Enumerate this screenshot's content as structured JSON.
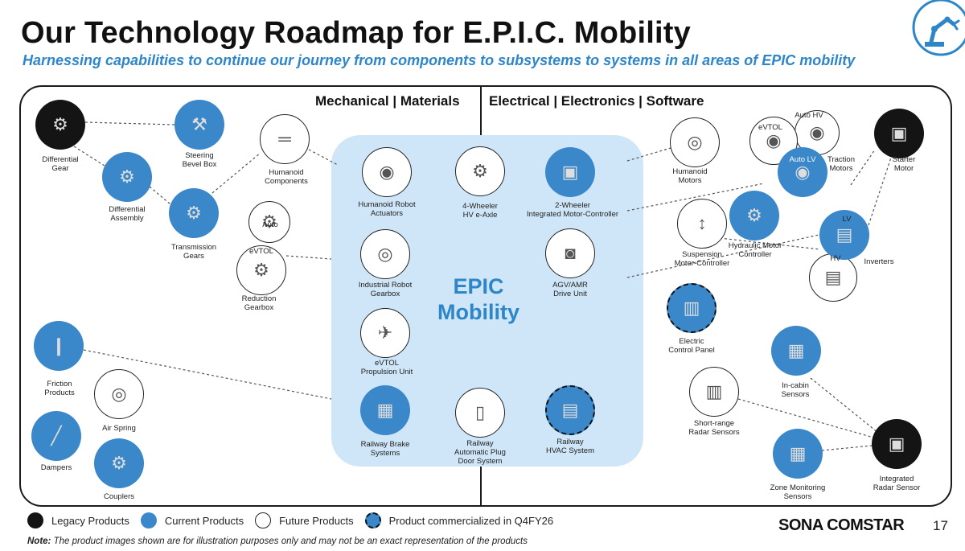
{
  "header": {
    "title": "Our Technology Roadmap for E.P.I.C. Mobility",
    "subtitle": "Harnessing capabilities to continue our journey from components to subsystems to systems in all areas of EPIC mobility"
  },
  "sections": {
    "left": "Mechanical | Materials",
    "right": "Electrical | Electronics | Software"
  },
  "center": {
    "line1": "EPIC",
    "line2": "Mobility"
  },
  "colors": {
    "legacy": "#141414",
    "current": "#3a87c9",
    "future": "#ffffff",
    "accent_blue": "#2e86c8",
    "center_fill": "#cfe6f8"
  },
  "nodes": {
    "differential_gear": {
      "label": [
        "Differential",
        "Gear"
      ],
      "status": "legacy",
      "icon": "gear-icon"
    },
    "steering_bevel_box": {
      "label": [
        "Steering",
        "Bevel Box"
      ],
      "status": "current",
      "icon": "steering-box-icon"
    },
    "differential_assembly": {
      "label": [
        "Differential",
        "Assembly"
      ],
      "status": "current",
      "icon": "differential-icon"
    },
    "transmission_gears": {
      "label": [
        "Transmission",
        "Gears"
      ],
      "status": "current",
      "icon": "gears-icon"
    },
    "humanoid_components": {
      "label": [
        "Humanoid",
        "Components"
      ],
      "status": "future",
      "icon": "shaft-icon"
    },
    "reduction_gearbox": {
      "label": [
        "Reduction",
        "Gearbox"
      ],
      "status": "future",
      "icon": "gearbox-icon",
      "sub": [
        "Auto",
        "eVTOL"
      ]
    },
    "friction_products": {
      "label": [
        "Friction",
        "Products"
      ],
      "status": "current",
      "icon": "brake-pad-icon"
    },
    "air_spring": {
      "label": [
        "Air Spring"
      ],
      "status": "future",
      "icon": "air-spring-icon"
    },
    "dampers": {
      "label": [
        "Dampers"
      ],
      "status": "current",
      "icon": "damper-icon"
    },
    "couplers": {
      "label": [
        "Couplers"
      ],
      "status": "current",
      "icon": "coupler-icon"
    },
    "humanoid_robot_actuators": {
      "label": [
        "Humanoid Robot",
        "Actuators"
      ],
      "status": "future",
      "icon": "actuator-icon"
    },
    "hv_eaxle": {
      "label": [
        "4-Wheeler",
        "HV e-Axle"
      ],
      "status": "future",
      "icon": "eaxle-icon"
    },
    "motor_controller_2w": {
      "label": [
        "2-Wheeler",
        "Integrated Motor-Controller"
      ],
      "status": "current",
      "icon": "motor-icon"
    },
    "industrial_robot_gearbox": {
      "label": [
        "Industrial Robot",
        "Gearbox"
      ],
      "status": "future",
      "icon": "robot-gearbox-icon"
    },
    "agv_amr_drive_unit": {
      "label": [
        "AGV/AMR",
        "Drive Unit"
      ],
      "status": "future",
      "icon": "drive-unit-icon"
    },
    "evtol_propulsion_unit": {
      "label": [
        "eVTOL",
        "Propulsion Unit"
      ],
      "status": "future",
      "icon": "propulsion-icon"
    },
    "railway_brake_systems": {
      "label": [
        "Railway Brake",
        "Systems"
      ],
      "status": "current",
      "icon": "rail-brake-icon"
    },
    "railway_plug_door": {
      "label": [
        "Railway",
        "Automatic Plug",
        "Door System"
      ],
      "status": "future",
      "icon": "door-icon"
    },
    "railway_hvac": {
      "label": [
        "Railway",
        "HVAC System"
      ],
      "status": "q4",
      "icon": "hvac-icon"
    },
    "humanoid_motors": {
      "label": [
        "Humanoid",
        "Motors"
      ],
      "status": "future",
      "icon": "motor-ring-icon"
    },
    "traction_motors": {
      "label": [
        "Traction",
        "Motors"
      ],
      "status": "current",
      "icon": "traction-motor-icon",
      "sub": [
        "eVTOL",
        "Auto HV",
        "Auto LV"
      ]
    },
    "starter_motor": {
      "label": [
        "Starter",
        "Motor"
      ],
      "status": "legacy",
      "icon": "starter-icon"
    },
    "suspension_motor_controller": {
      "label": [
        "Suspension",
        "Motor-Controller"
      ],
      "status": "future",
      "icon": "suspension-icon"
    },
    "hydraulic_motor_controller": {
      "label": [
        "Hydraulic Motor",
        "Controller"
      ],
      "status": "current",
      "icon": "hydraulic-icon"
    },
    "inverters": {
      "label": [
        "Inverters"
      ],
      "status": "current",
      "icon": "inverter-icon",
      "sub": [
        "LV",
        "HV"
      ]
    },
    "electric_control_panel": {
      "label": [
        "Electric",
        "Control Panel"
      ],
      "status": "q4",
      "icon": "panel-icon"
    },
    "in_cabin_sensors": {
      "label": [
        "In-cabin",
        "Sensors"
      ],
      "status": "current",
      "icon": "pcb-icon"
    },
    "short_range_radar": {
      "label": [
        "Short-range",
        "Radar Sensors"
      ],
      "status": "future",
      "icon": "radar-board-icon"
    },
    "zone_monitoring_sensors": {
      "label": [
        "Zone Monitoring",
        "Sensors"
      ],
      "status": "current",
      "icon": "sensor-board-icon"
    },
    "integrated_radar_sensor": {
      "label": [
        "Integrated",
        "Radar Sensor"
      ],
      "status": "legacy",
      "icon": "radar-icon"
    }
  },
  "legend": [
    {
      "label": "Legacy Products",
      "status": "legacy"
    },
    {
      "label": "Current Products",
      "status": "current"
    },
    {
      "label": "Future Products",
      "status": "future"
    },
    {
      "label": "Product commercialized in Q4FY26",
      "status": "q4"
    }
  ],
  "footer": {
    "brand": "SONA COMSTAR",
    "page": "17",
    "note_prefix": "Note:",
    "note_text": " The product images shown are for illustration purposes only and may not be an exact representation of the products"
  }
}
